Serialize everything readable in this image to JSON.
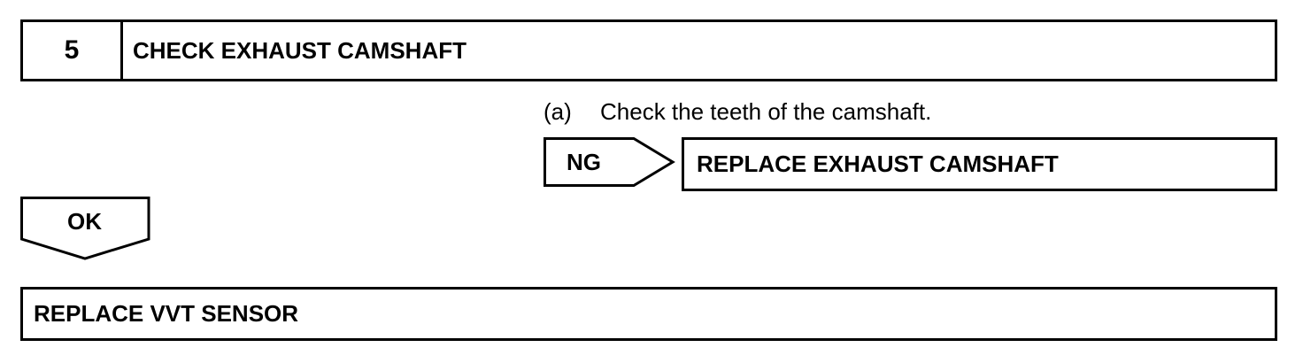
{
  "step": {
    "number": "5",
    "title": "CHECK EXHAUST CAMSHAFT"
  },
  "instruction": {
    "label": "(a)",
    "text": "Check the teeth of the camshaft."
  },
  "ng_branch": {
    "label": "NG",
    "result": "REPLACE EXHAUST CAMSHAFT"
  },
  "ok_branch": {
    "label": "OK",
    "result": "REPLACE VVT SENSOR"
  }
}
